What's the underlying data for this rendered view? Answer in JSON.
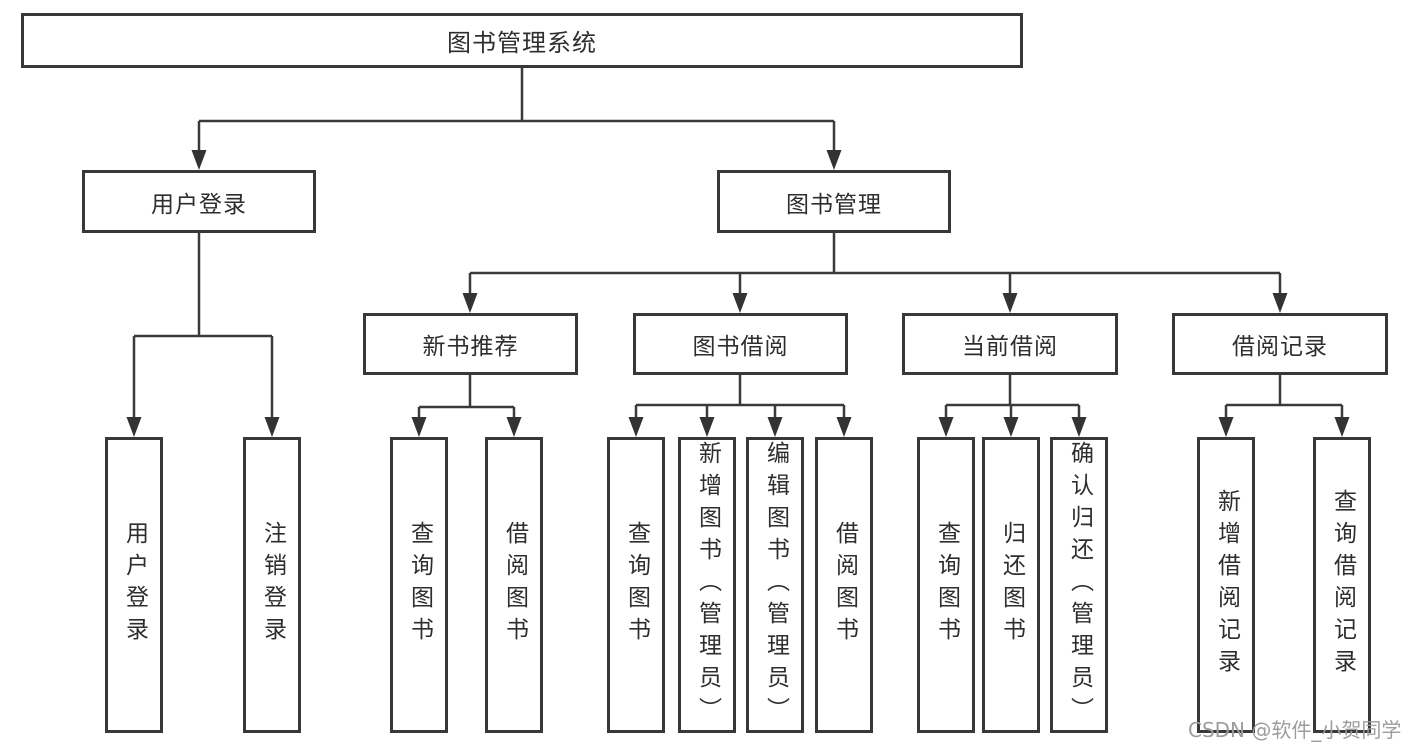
{
  "colors": {
    "line": "#3a3a3a",
    "border": "#383838",
    "text": "#2e2e2e",
    "background": "#ffffff",
    "watermark": "#9d9d9d"
  },
  "tree": {
    "root": {
      "label": "图书管理系统"
    },
    "branches": [
      {
        "label": "用户登录",
        "children": [
          {
            "label": "用户登录"
          },
          {
            "label": "注销登录"
          }
        ]
      },
      {
        "label": "图书管理",
        "children": [
          {
            "label": "新书推荐",
            "children": [
              {
                "label": "查询图书"
              },
              {
                "label": "借阅图书"
              }
            ]
          },
          {
            "label": "图书借阅",
            "children": [
              {
                "label": "查询图书"
              },
              {
                "label": "新增图书（管理员）"
              },
              {
                "label": "编辑图书（管理员）"
              },
              {
                "label": "借阅图书"
              }
            ]
          },
          {
            "label": "当前借阅",
            "children": [
              {
                "label": "查询图书"
              },
              {
                "label": "归还图书"
              },
              {
                "label": "确认归还（管理员）"
              }
            ]
          },
          {
            "label": "借阅记录",
            "children": [
              {
                "label": "新增借阅记录"
              },
              {
                "label": "查询借阅记录"
              }
            ]
          }
        ]
      }
    ]
  },
  "watermark": {
    "text": "CSDN @软件_小贺同学"
  }
}
